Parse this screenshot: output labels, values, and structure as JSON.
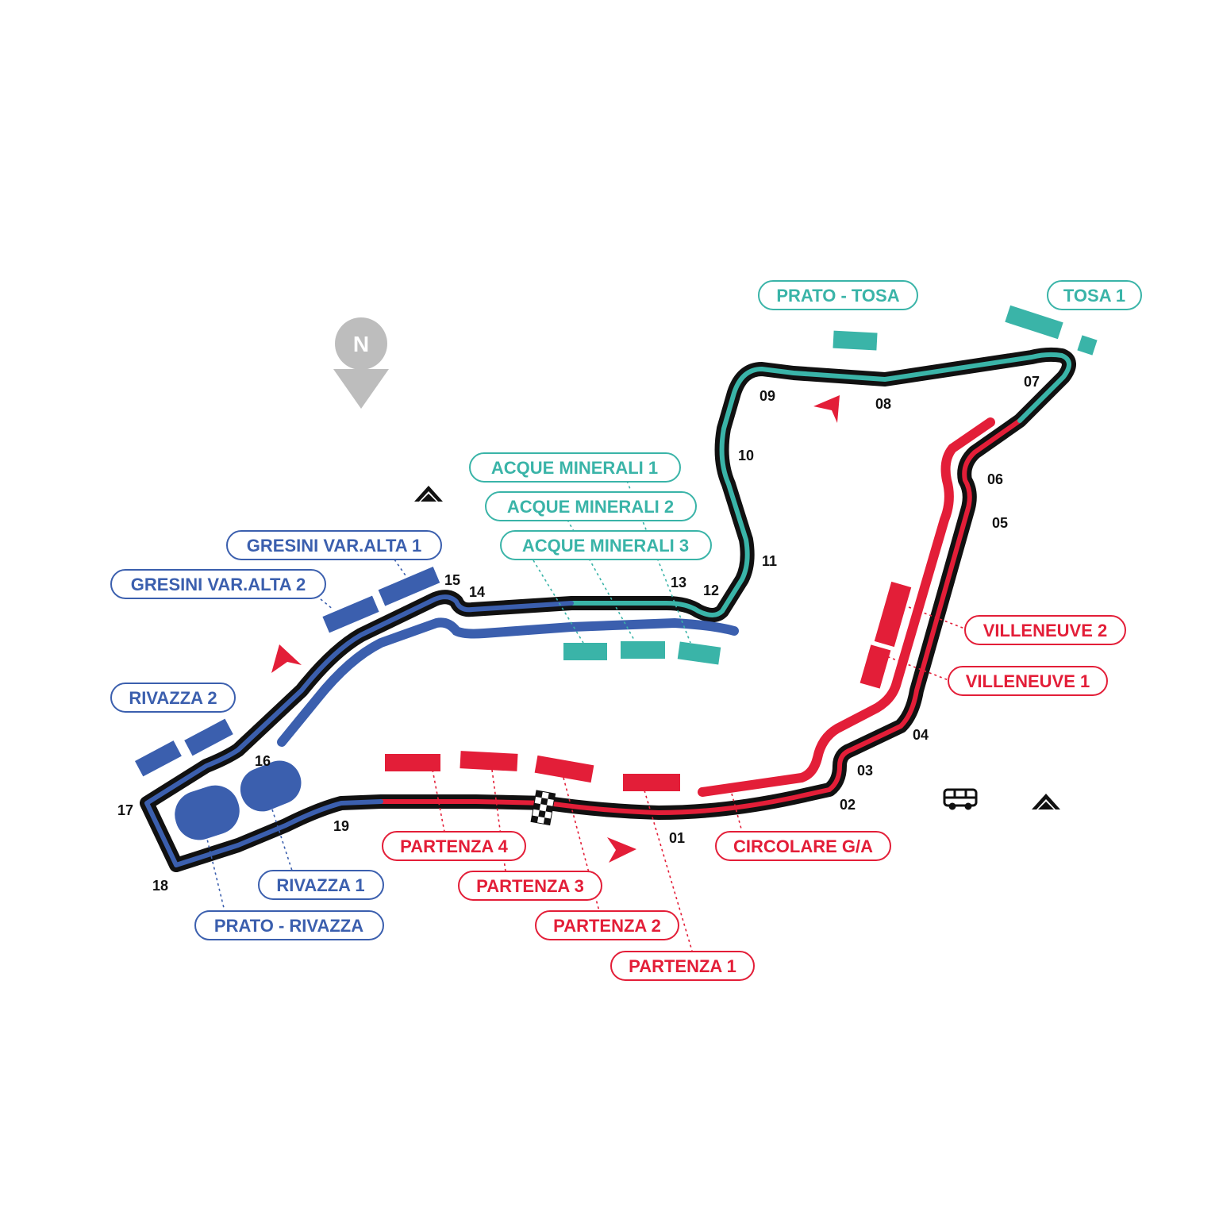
{
  "colors": {
    "red": "#e31e38",
    "teal": "#3ab4a8",
    "blue": "#3b5fae",
    "track": "#111111",
    "compass": "#bdbdbd"
  },
  "compass": {
    "letter": "N",
    "icon": "north-pin-icon"
  },
  "turns": [
    "01",
    "02",
    "03",
    "04",
    "05",
    "06",
    "07",
    "08",
    "09",
    "10",
    "11",
    "12",
    "13",
    "14",
    "15",
    "16",
    "17",
    "18",
    "19"
  ],
  "stands": {
    "red": [
      "PARTENZA 4",
      "PARTENZA 3",
      "PARTENZA 2",
      "PARTENZA 1",
      "CIRCOLARE G/A",
      "VILLENEUVE 2",
      "VILLENEUVE 1"
    ],
    "teal": [
      "PRATO - TOSA",
      "TOSA 1",
      "ACQUE MINERALI 1",
      "ACQUE MINERALI 2",
      "ACQUE MINERALI 3"
    ],
    "blue": [
      "GRESINI VAR.ALTA 1",
      "GRESINI VAR.ALTA 2",
      "RIVAZZA 2",
      "RIVAZZA 1",
      "PRATO - RIVAZZA"
    ]
  },
  "icons": [
    "direction-arrow-icon",
    "parking-icon",
    "bus-icon",
    "finish-flag-icon"
  ]
}
